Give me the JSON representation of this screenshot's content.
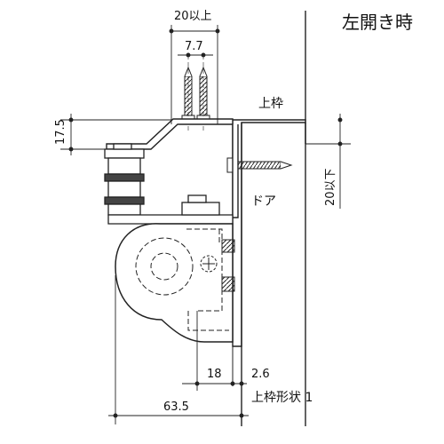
{
  "title": "左開き時",
  "labels": {
    "upper_frame": "上枠",
    "door": "ドア",
    "upper_frame_shape": "上枠形状 1"
  },
  "dimensions": {
    "top_span": "20以上",
    "screw_pitch": "7.7",
    "left_height": "17.5",
    "right_height": "20以下",
    "bottom_small": "18",
    "bottom_gap": "2.6",
    "bottom_total": "63.5"
  }
}
